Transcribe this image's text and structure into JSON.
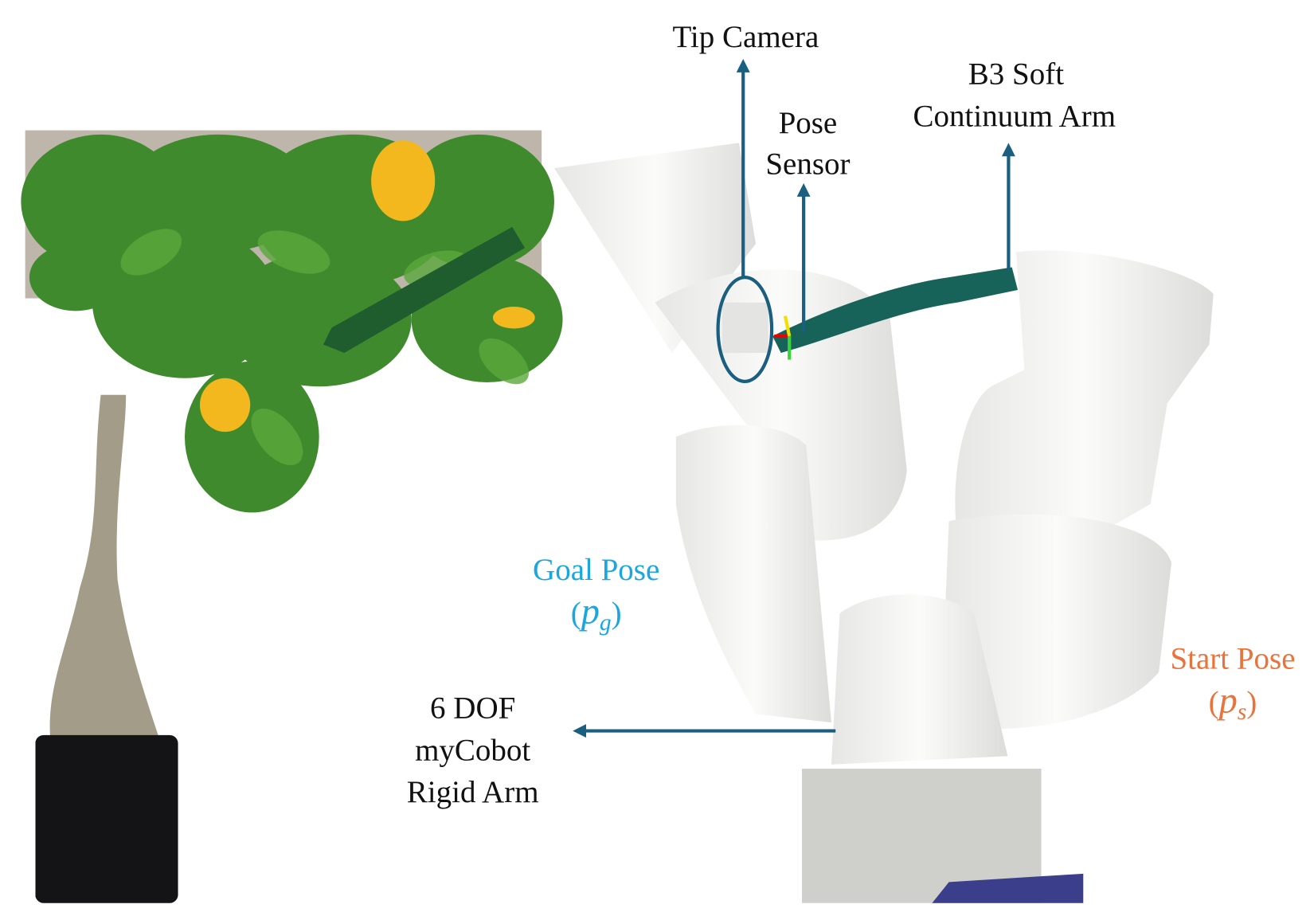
{
  "labels": {
    "tip_camera": "Tip Camera",
    "pose_sensor": [
      "Pose",
      "Sensor"
    ],
    "soft_arm": [
      "B3 Soft",
      "Continuum Arm"
    ],
    "goal_pose": {
      "title": "Goal Pose",
      "symbol": "p",
      "subscript": "g"
    },
    "start_pose": {
      "title": "Start Pose",
      "symbol": "p",
      "subscript": "s"
    },
    "rigid_arm": [
      "6 DOF",
      "myCobot",
      "Rigid Arm"
    ]
  },
  "colors": {
    "arrow": "#1a5e80",
    "goal": "#1aa6e0",
    "start": "#e8743b",
    "text": "#111111"
  }
}
